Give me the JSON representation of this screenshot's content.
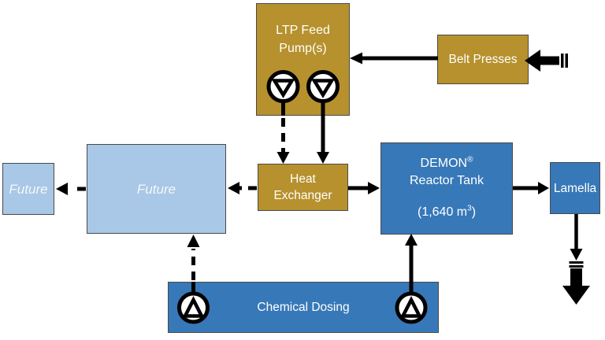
{
  "colors": {
    "gold": "#B6912D",
    "blue": "#3778B8",
    "light-blue": "#A9C7E6",
    "border": "#4A4A4A",
    "arrow": "#000000",
    "text": "#FFFFFF"
  },
  "nodes": {
    "ltp_feed_pumps": {
      "line1": "LTP Feed",
      "line2": "Pump(s)"
    },
    "belt_presses": {
      "label": "Belt Presses"
    },
    "heat_exchanger": {
      "line1": "Heat",
      "line2": "Exchanger"
    },
    "demon_reactor": {
      "name": "DEMON",
      "trademark": "®",
      "line2": "Reactor Tank",
      "capacity_prefix": "(1,640 m",
      "capacity_exponent": "3",
      "capacity_suffix": ")"
    },
    "lamella": {
      "label": "Lamella"
    },
    "future_small": {
      "label": "Future"
    },
    "future_large": {
      "label": "Future"
    },
    "chemical_dosing": {
      "label": "Chemical Dosing"
    }
  },
  "edges": [
    {
      "from": "external-inflow",
      "to": "belt_presses",
      "style": "thick-solid"
    },
    {
      "from": "belt_presses",
      "to": "ltp_feed_pumps",
      "style": "solid"
    },
    {
      "from": "ltp_feed_pumps",
      "via": "pump-1",
      "to": "heat_exchanger",
      "style": "dashed"
    },
    {
      "from": "ltp_feed_pumps",
      "via": "pump-2",
      "to": "heat_exchanger",
      "style": "solid"
    },
    {
      "from": "heat_exchanger",
      "to": "future_large",
      "style": "dashed"
    },
    {
      "from": "heat_exchanger",
      "to": "demon_reactor",
      "style": "solid"
    },
    {
      "from": "future_large",
      "to": "future_small",
      "style": "dashed"
    },
    {
      "from": "demon_reactor",
      "to": "lamella",
      "style": "solid"
    },
    {
      "from": "chemical_dosing",
      "via": "pump-1",
      "to": "future_large",
      "style": "dashed"
    },
    {
      "from": "chemical_dosing",
      "via": "pump-2",
      "to": "demon_reactor",
      "style": "solid"
    },
    {
      "from": "lamella",
      "to": "discharge",
      "style": "solid"
    },
    {
      "from": "discharge",
      "to": "external-outflow",
      "style": "thick-solid"
    }
  ]
}
